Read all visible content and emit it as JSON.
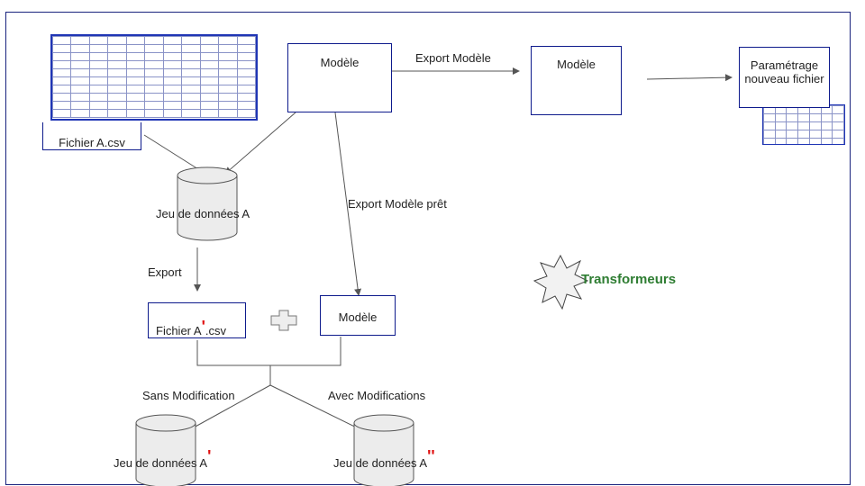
{
  "nodes": {
    "fichier_a": "Fichier A.csv",
    "modele_top": "Modèle",
    "modele_export": "Modèle",
    "parametrage": "Paramétrage nouveau fichier",
    "jeu_a": "Jeu de données A",
    "fichier_a_prime": "Fichier A",
    "fichier_a_prime_mark": "'",
    "fichier_a_prime_ext": ".csv",
    "modele_bottom": "Modèle",
    "jeu_a_prime": "Jeu de données A",
    "jeu_a_prime_mark": "'",
    "jeu_a_second": "Jeu de données A",
    "jeu_a_second_mark": "''"
  },
  "edges": {
    "export_modele": "Export Modèle",
    "export_modele_pret": "Export Modèle prêt",
    "export": "Export",
    "sans_modification": "Sans Modification",
    "avec_modifications": "Avec Modifications"
  },
  "legend": {
    "transformeurs": "Transformeurs"
  },
  "colors": {
    "box_border": "#0d1a8c",
    "accent_red": "#e01010",
    "accent_green": "#2e7d32"
  }
}
